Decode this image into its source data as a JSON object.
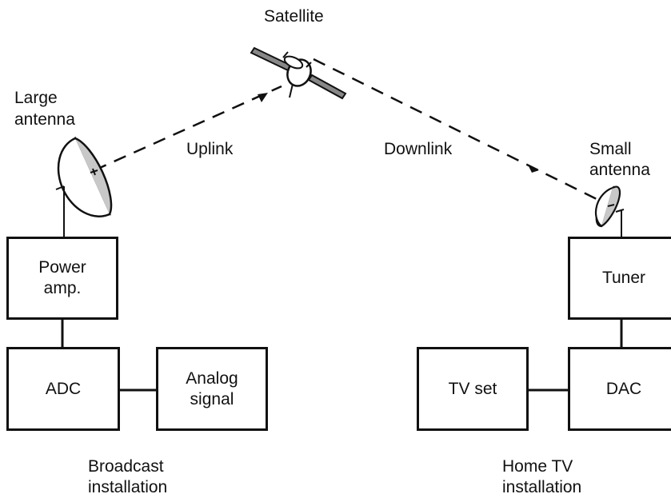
{
  "satellite": {
    "label": "Satellite"
  },
  "links": {
    "uplink": "Uplink",
    "downlink": "Downlink"
  },
  "broadcast": {
    "antenna_label_line1": "Large",
    "antenna_label_line2": "antenna",
    "power_amp_line1": "Power",
    "power_amp_line2": "amp.",
    "adc": "ADC",
    "analog_line1": "Analog",
    "analog_line2": "signal",
    "caption_line1": "Broadcast",
    "caption_line2": "installation"
  },
  "home": {
    "antenna_label_line1": "Small",
    "antenna_label_line2": "antenna",
    "tuner": "Tuner",
    "dac": "DAC",
    "tv_set": "TV set",
    "caption_line1": "Home TV",
    "caption_line2": "installation"
  },
  "colors": {
    "line": "#111111",
    "dish_fill": "#c8c8c8",
    "background": "#ffffff"
  }
}
